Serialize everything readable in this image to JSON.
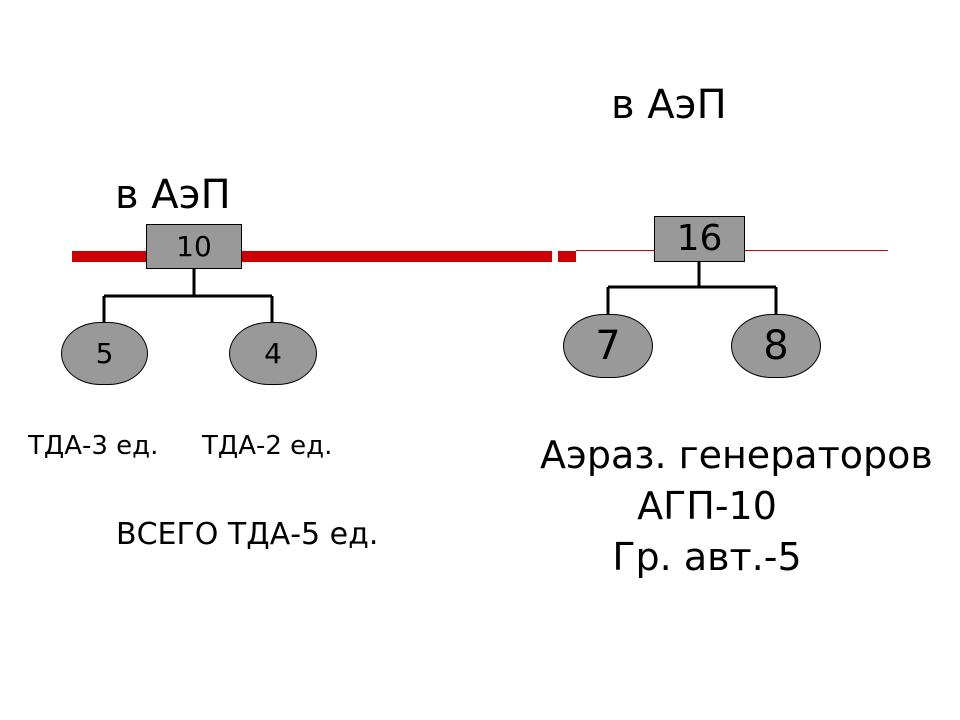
{
  "left": {
    "location_label": "в АэП",
    "root_value": "10",
    "child_left_value": "5",
    "child_right_value": "4",
    "label_left": "ТДА-3 ед.",
    "label_right": "ТДА-2 ед.",
    "total_label": "ВСЕГО ТДА-5 ед."
  },
  "right": {
    "location_label": "в АэП",
    "root_value": "16",
    "child_left_value": "7",
    "child_right_value": "8",
    "caption_line1": "Аэраз. генераторов",
    "caption_line2": "АГП-10",
    "caption_line3": "Гр. авт.-5"
  },
  "colors": {
    "line": "#cc0000",
    "node_fill": "#999999",
    "node_border": "#000000"
  }
}
